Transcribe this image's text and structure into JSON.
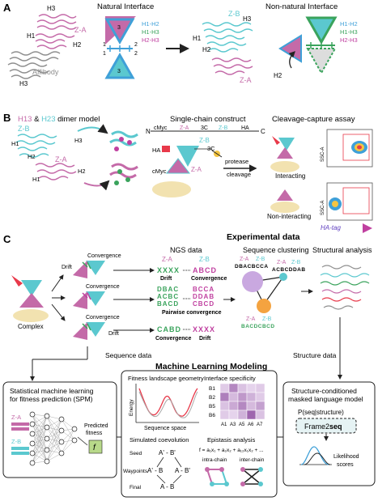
{
  "colors": {
    "cyan": "#5bc8cf",
    "pink": "#c46aa8",
    "green": "#3aa35c",
    "blue": "#3fa0d8",
    "magenta": "#c040a0",
    "gray": "#8e8e8e",
    "cream": "#f2e2b0",
    "purple_node": "#c9a8e0",
    "orange_node": "#f4a340",
    "red_tag": "#e8394a"
  },
  "panelA": {
    "label": "A",
    "natural_title": "Natural Interface",
    "nonnatural_title": "Non-natural Interface",
    "helix_H1": "H1",
    "helix_H2": "H2",
    "helix_H3": "H3",
    "za": "Z-A",
    "zb": "Z-B",
    "affibody": "Affibody",
    "legend": [
      "H1-H2",
      "H1-H3",
      "H2-H3"
    ],
    "tri_nums": [
      "1",
      "2",
      "3"
    ]
  },
  "panelB": {
    "label": "B",
    "dimer_prefix": "H13",
    "dimer_amp": " & ",
    "dimer_h23": "H23",
    "dimer_suffix": " dimer model",
    "construct_title": "Single-chain construct",
    "construct_segments": [
      "cMyc",
      "Z-A",
      "3C",
      "Z-B",
      "HA"
    ],
    "n_term": "N",
    "c_term": "C",
    "assay_title": "Cleavage-capture assay",
    "ha": "HA",
    "three_c": "3C",
    "cmyc": "cMyc",
    "protease": "protease",
    "cleavage": "cleavage",
    "interacting": "Interacting",
    "non_interacting": "Non-interacting",
    "ssc": "SSC-A",
    "ha_tag": "HA-tag"
  },
  "panelC": {
    "label": "C",
    "exp_title": "Experimental data",
    "ngs_title": "NGS data",
    "clustering_title": "Sequence clustering",
    "structural_title": "Structural analysis",
    "complex": "Complex",
    "convergence": "Convergence",
    "drift": "Drift",
    "pairwise": "Pairwise convergence",
    "za": "Z-A",
    "zb": "Z-B",
    "rows": [
      {
        "left": "XXXX",
        "right": "ABCD",
        "cap_left": "Drift",
        "cap_right": "Convergence"
      },
      {
        "left": [
          "DBAC",
          "ACBC",
          "BACD"
        ],
        "right": [
          "BCCA",
          "DDAB",
          "CBCD"
        ]
      },
      {
        "left": "CABD",
        "right": "XXXX",
        "cap_left": "Convergence",
        "cap_right": "Drift"
      }
    ],
    "cluster_top": "DBACBCCA",
    "cluster_right": "ACBCDDAB",
    "cluster_bottom": "BACDCBCD",
    "sequence_data": "Sequence data",
    "structure_data": "Structure data",
    "ml_title": "Machine Learning Modeling",
    "spm_title_1": "Statistical machine learning",
    "spm_title_2": "for fitness prediction (SPM)",
    "predicted_1": "Predicted",
    "predicted_2": "fitness",
    "f_symbol": "f",
    "landscape_title": "Fitness landscape geometry",
    "energy": "Energy",
    "seq_space": "Sequence space",
    "specificity_title": "Interface specificity",
    "heat_rows": [
      "B1",
      "B2",
      "B5",
      "B6"
    ],
    "heat_cols": [
      "A1",
      "A3",
      "A5",
      "A6",
      "A7"
    ],
    "heat_values": [
      [
        0.15,
        0.55,
        0.2,
        0.1,
        0.15
      ],
      [
        0.6,
        0.25,
        0.45,
        0.3,
        0.15
      ],
      [
        0.2,
        0.35,
        0.55,
        0.25,
        0.4
      ],
      [
        0.15,
        0.1,
        0.3,
        0.75,
        0.2
      ]
    ],
    "coevo_title": "Simulated coevolution",
    "seed": "Seed",
    "waypoints": "Waypoints",
    "final": "Final",
    "ab_seed": "A' - B'",
    "ab_left": "A' - B",
    "ab_right": "A - B'",
    "ab_final": "A - B",
    "epistasis_title": "Epistasis analysis",
    "epistasis_eq": "f = a₁x₁ + a₂x₂ + a₁₂x₁x₂ + ...",
    "intra": "intra-chain",
    "inter": "inter-chain",
    "mlm_title_1": "Structure-conditioned",
    "mlm_title_2": "masked language model",
    "pseq": "P(seq|structure)",
    "frame2seq_a": "Frame2",
    "frame2seq_b": "seq",
    "likelihood_1": "Likelihood",
    "likelihood_2": "scores"
  }
}
